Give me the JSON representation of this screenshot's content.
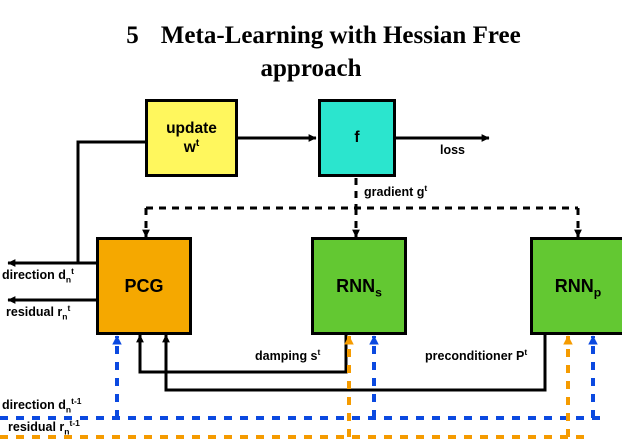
{
  "title": {
    "section_number": "5",
    "line1": "Meta-Learning with Hessian Free",
    "line2": "approach"
  },
  "colors": {
    "update_box": "#FFF75D",
    "f_box": "#2BE5CE",
    "pcg_box": "#F5A800",
    "rnn_box": "#63C832",
    "stroke": "#000000",
    "blue_dashed": "#0B49E0",
    "orange_dashed": "#F59B00"
  },
  "nodes": [
    {
      "id": "update",
      "label_main": "update",
      "label_sub": "w",
      "label_sup": "t"
    },
    {
      "id": "f",
      "label_main": "f"
    },
    {
      "id": "pcg",
      "label_main": "PCG"
    },
    {
      "id": "rnn_s",
      "label_main": "RNN",
      "label_subscript": "s"
    },
    {
      "id": "rnn_p",
      "label_main": "RNN",
      "label_subscript": "p"
    }
  ],
  "edge_labels": {
    "loss": "loss",
    "gradient": "gradient g",
    "gradient_sup": "t",
    "direction_t": "direction d",
    "direction_t_sub": "n",
    "direction_t_sup": "t",
    "residual_t": "residual r",
    "residual_t_sub": "n",
    "residual_t_sup": "t",
    "damping": "damping s",
    "damping_sup": "t",
    "preconditioner": "preconditioner P",
    "preconditioner_sup": "t",
    "direction_prev": "direction d",
    "direction_prev_sub": "n",
    "direction_prev_sup": "t-1",
    "residual_prev": "residual r",
    "residual_prev_sub": "n",
    "residual_prev_sup": "t-1"
  }
}
